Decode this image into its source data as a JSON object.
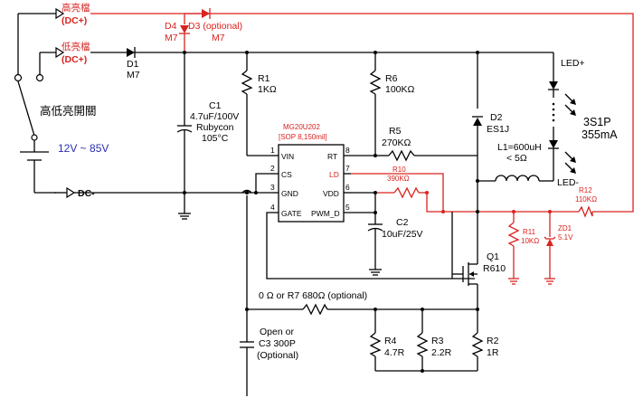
{
  "inputs": {
    "high_label": "高亮檔",
    "high_dc": "(DC+)",
    "low_label": "低亮檔",
    "low_dc": "(DC+)",
    "switch_label": "高低亮開關",
    "voltage": "12V ~ 85V",
    "dc_minus": "DC-"
  },
  "d4": {
    "ref": "D4",
    "val": "M7"
  },
  "d3": {
    "ref": "D3 (optional)",
    "val": "M7"
  },
  "d1": {
    "ref": "D1",
    "val": "M7"
  },
  "c1": {
    "ref": "C1",
    "val": "4.7uF/100V",
    "brand": "Rubycon",
    "temp": "105°C"
  },
  "r1": {
    "ref": "R1",
    "val": "1KΩ"
  },
  "r6": {
    "ref": "R6",
    "val": "100KΩ"
  },
  "ic": {
    "name": "MG20U202",
    "pkg": "[SOP 8,150mil]",
    "pins_left": [
      {
        "num": "1",
        "name": "VIN"
      },
      {
        "num": "2",
        "name": "CS"
      },
      {
        "num": "3",
        "name": "GND"
      },
      {
        "num": "4",
        "name": "GATE"
      }
    ],
    "pins_right": [
      {
        "num": "8",
        "name": "RT"
      },
      {
        "num": "7",
        "name": "LD"
      },
      {
        "num": "6",
        "name": "VDD"
      },
      {
        "num": "5",
        "name": "PWM_D"
      }
    ]
  },
  "r5": {
    "ref": "R5",
    "val": "270KΩ"
  },
  "r10": {
    "ref": "R10",
    "val": "390KΩ"
  },
  "c2": {
    "ref": "C2",
    "val": "10uF/25V"
  },
  "d2": {
    "ref": "D2",
    "val": "ES1J"
  },
  "l1": {
    "ref": "L1=600uH",
    "val": "< 5Ω"
  },
  "led": {
    "plus": "LED+",
    "minus": "LED-",
    "config": "3S1P",
    "current": "355mA"
  },
  "r12": {
    "ref": "R12",
    "val": "110KΩ"
  },
  "r11": {
    "ref": "R11",
    "val": "10KΩ"
  },
  "zd1": {
    "ref": "ZD1",
    "val": "5.1V"
  },
  "q1": {
    "ref": "Q1",
    "val": "R610"
  },
  "r7": {
    "label": "0 Ω or R7 680Ω (optional)"
  },
  "c3": {
    "line1": "Open or",
    "line2": "C3 300P",
    "line3": "(Optional)"
  },
  "r4": {
    "ref": "R4",
    "val": "4.7R"
  },
  "r3": {
    "ref": "R3",
    "val": "2.2R"
  },
  "r2": {
    "ref": "R2",
    "val": "1R"
  }
}
